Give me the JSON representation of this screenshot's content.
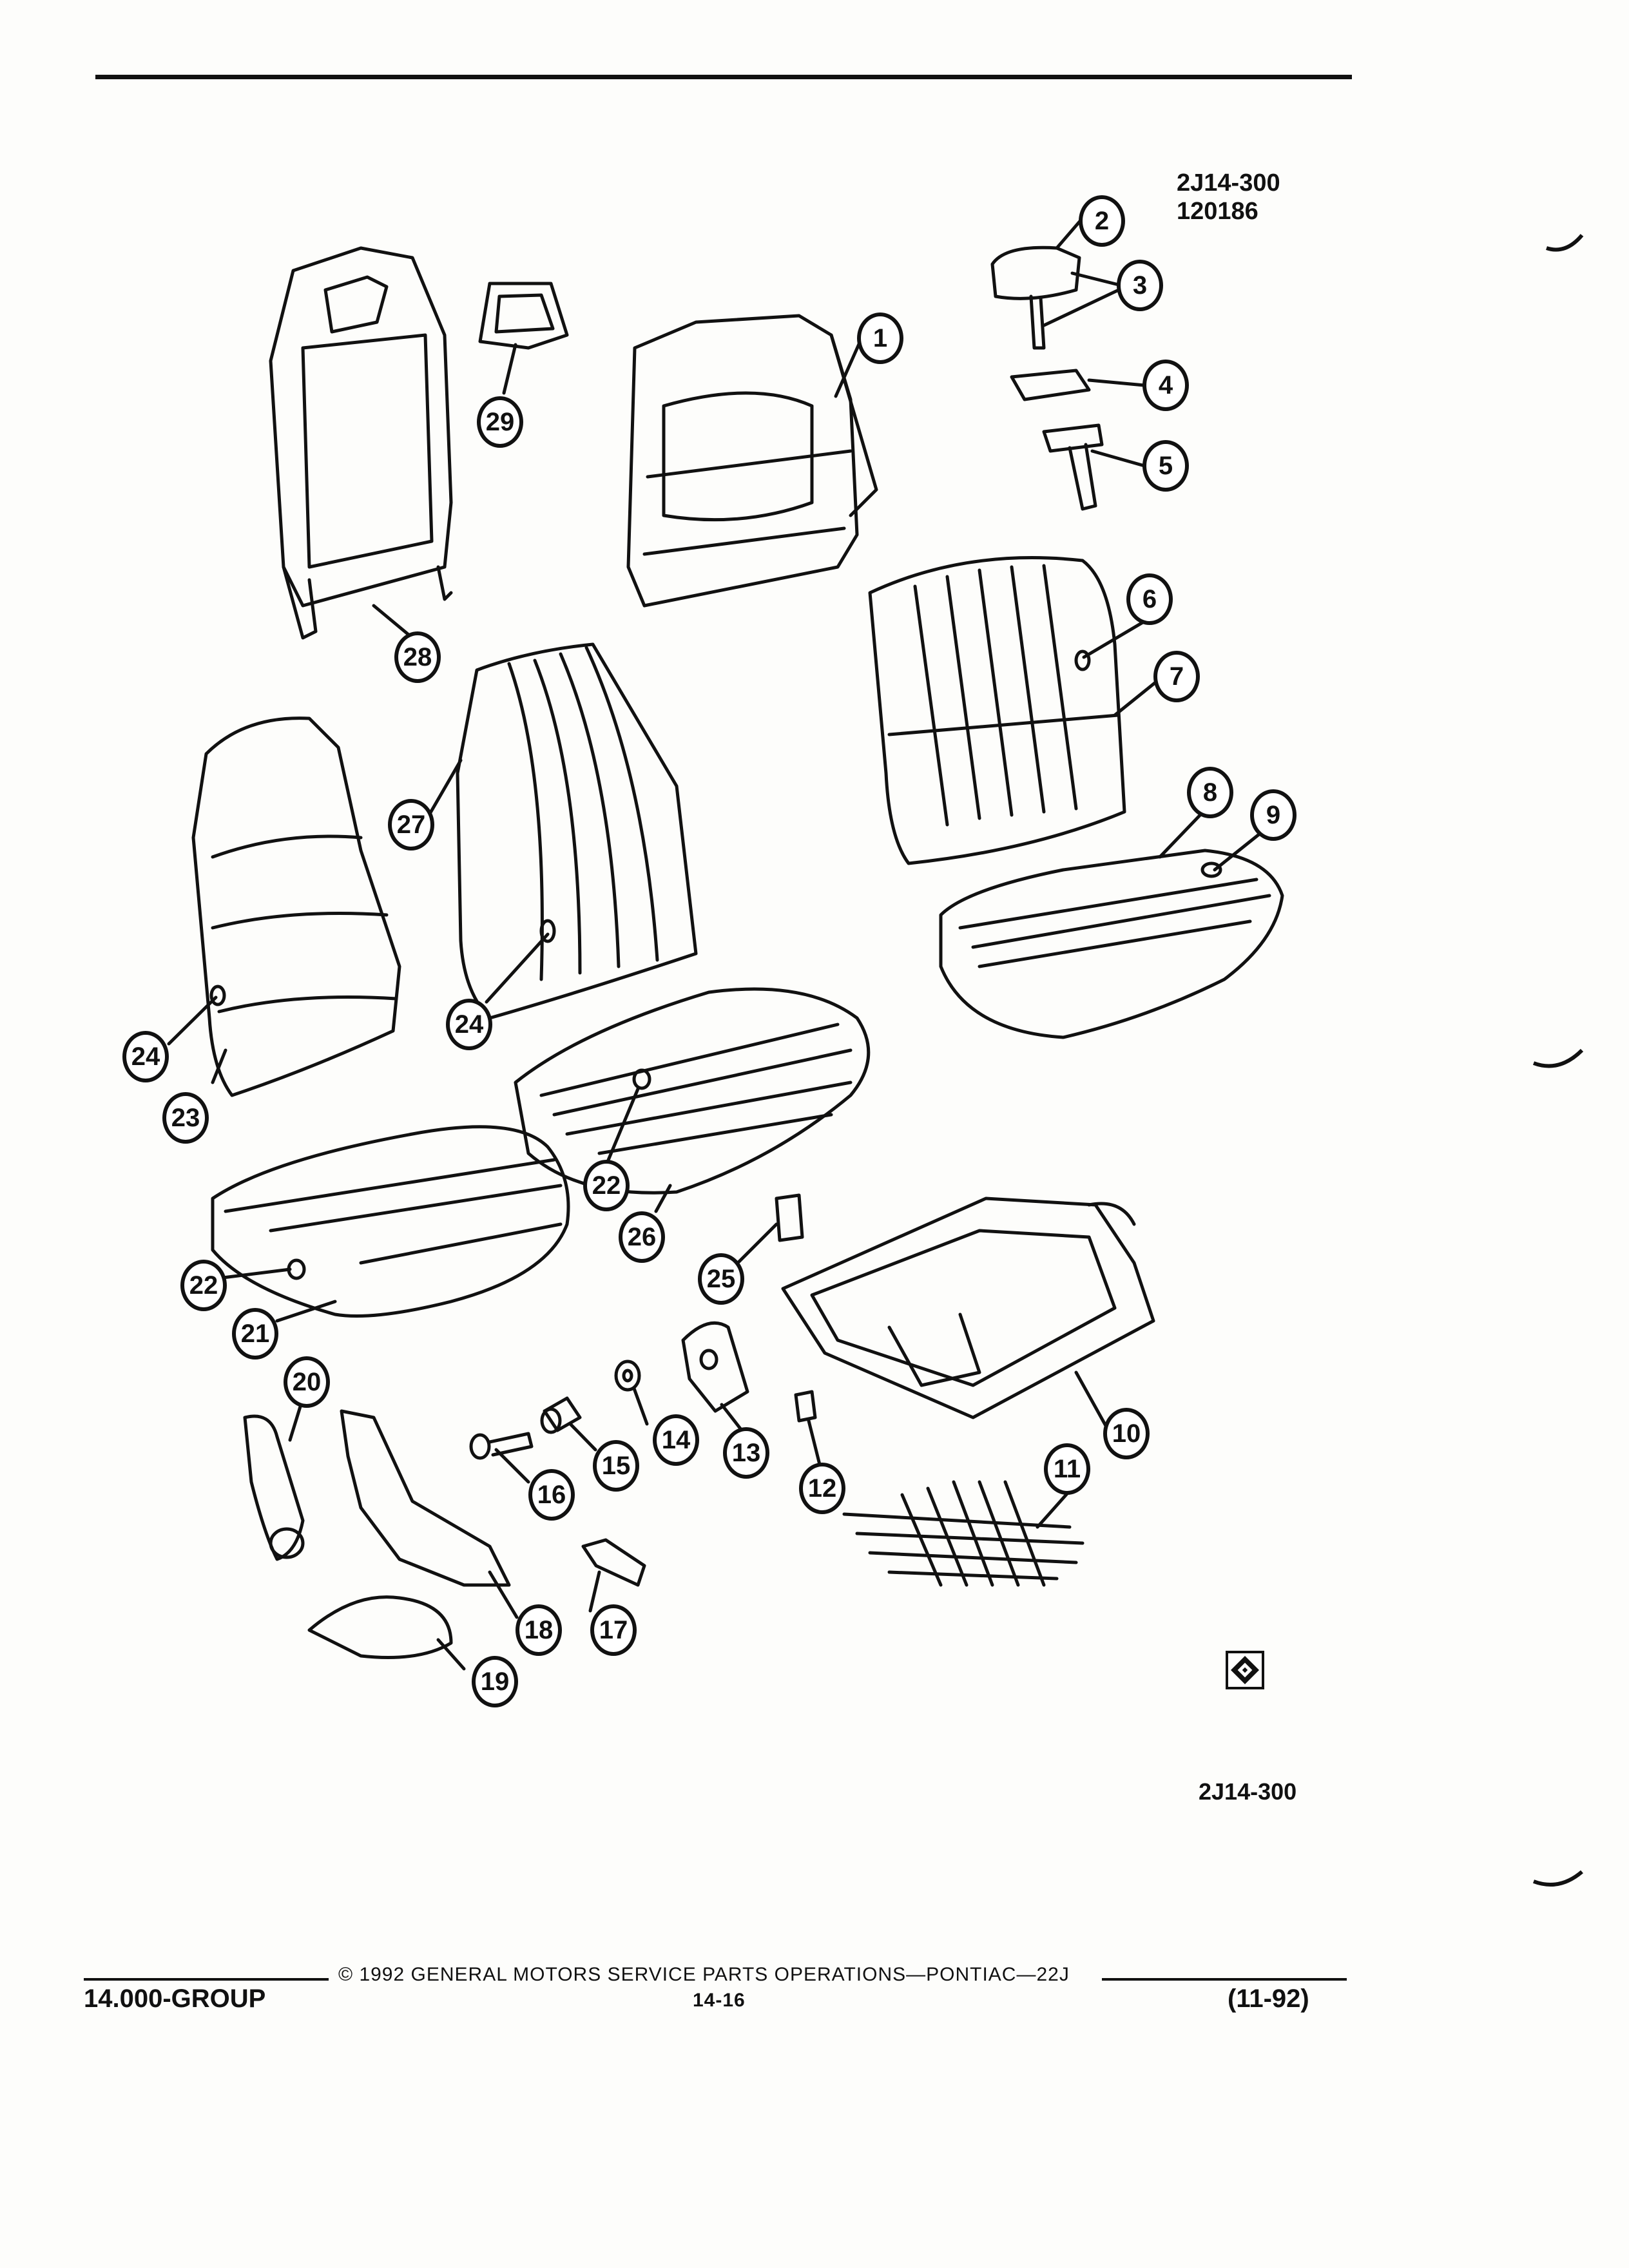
{
  "header_ref": {
    "line1": "2J14-300",
    "line2": "120186"
  },
  "bottom_ref": "2J14-300",
  "callouts": [
    "1",
    "2",
    "3",
    "4",
    "5",
    "6",
    "7",
    "8",
    "9",
    "10",
    "11",
    "12",
    "13",
    "14",
    "15",
    "16",
    "17",
    "18",
    "19",
    "20",
    "21",
    "22",
    "22",
    "23",
    "24",
    "24",
    "25",
    "26",
    "27",
    "28",
    "29"
  ],
  "footer": {
    "group": "14.000-GROUP",
    "copyright": "© 1992 GENERAL MOTORS SERVICE PARTS OPERATIONS—PONTIAC—22J",
    "page": "14-16",
    "date": "(11-92)"
  },
  "icons": {
    "catalog_mark": "diamond-grid-icon"
  }
}
